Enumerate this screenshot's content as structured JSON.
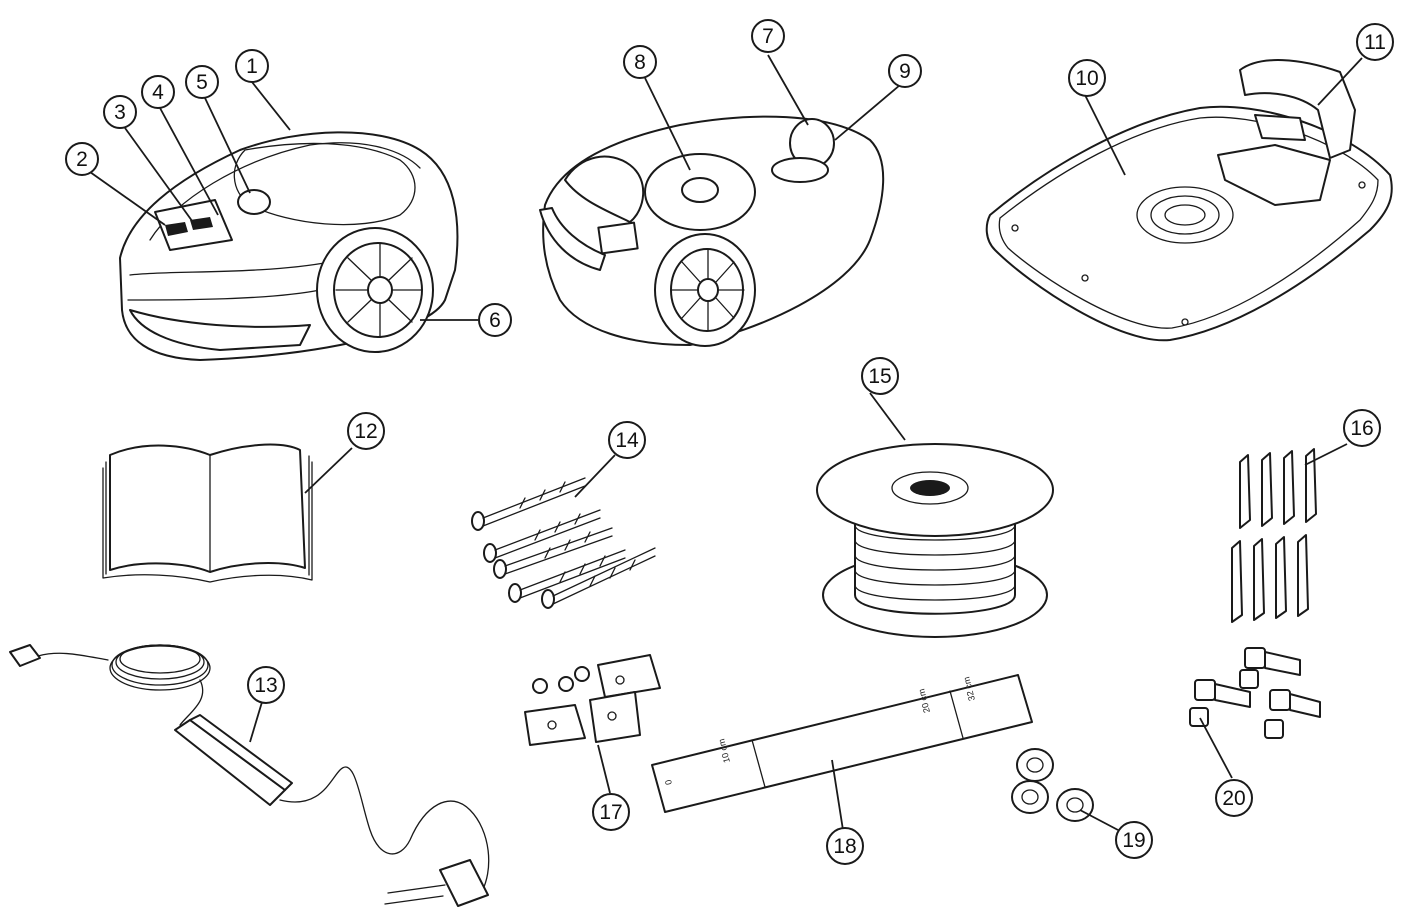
{
  "callouts": [
    {
      "id": 1,
      "label": "1"
    },
    {
      "id": 2,
      "label": "2"
    },
    {
      "id": 3,
      "label": "3"
    },
    {
      "id": 4,
      "label": "4"
    },
    {
      "id": 5,
      "label": "5"
    },
    {
      "id": 6,
      "label": "6"
    },
    {
      "id": 7,
      "label": "7"
    },
    {
      "id": 8,
      "label": "8"
    },
    {
      "id": 9,
      "label": "9"
    },
    {
      "id": 10,
      "label": "10"
    },
    {
      "id": 11,
      "label": "11"
    },
    {
      "id": 12,
      "label": "12"
    },
    {
      "id": 13,
      "label": "13"
    },
    {
      "id": 14,
      "label": "14"
    },
    {
      "id": 15,
      "label": "15"
    },
    {
      "id": 16,
      "label": "16"
    },
    {
      "id": 17,
      "label": "17"
    },
    {
      "id": 18,
      "label": "18"
    },
    {
      "id": 19,
      "label": "19"
    },
    {
      "id": 20,
      "label": "20"
    }
  ],
  "ruler": {
    "marks": [
      "0",
      "10 cm",
      "20 cm",
      "32 cm"
    ]
  }
}
